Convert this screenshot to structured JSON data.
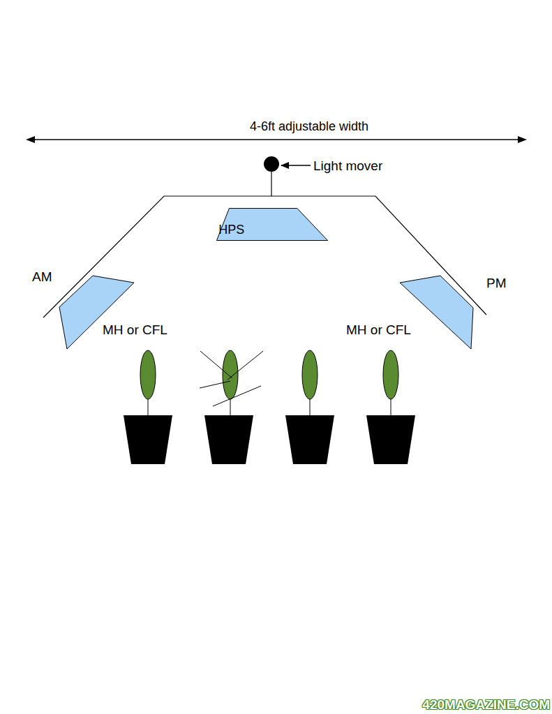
{
  "diagram": {
    "nodes": [
      {
        "text": [
          "HPS"
        ]
      }
    ],
    "labels": [
      "4-6ft adjustable width",
      "Light mover",
      "AM",
      "PM",
      "MH or CFL",
      "MH or CFL",
      "420MAGAZINE.COM"
    ]
  }
}
